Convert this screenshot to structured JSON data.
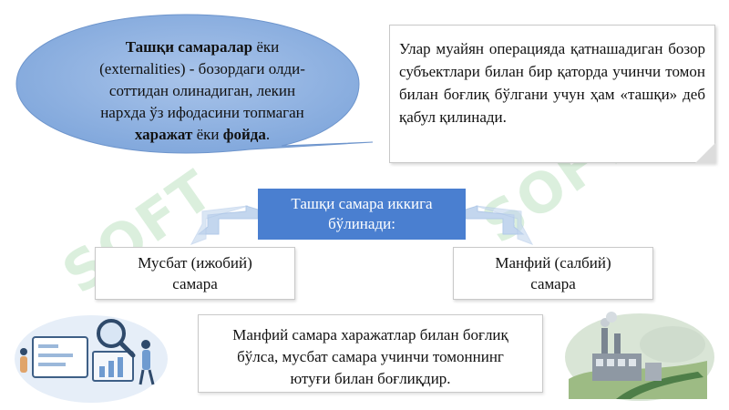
{
  "callout": {
    "line1_bold": "Ташқи самаралар",
    "line1_rest": " ёки",
    "line2": "(externalities) - бозордаги олди-",
    "line3": "соттидан олинадиган, лекин",
    "line4": "нархда ўз ифодасини топмаган",
    "line5_bold1": "харажат",
    "line5_mid": " ёки ",
    "line5_bold2": "фойда",
    "line5_end": "."
  },
  "note": {
    "text": "Улар муайян операцияда қатнашадиган бозор субъектлари билан бир қаторда учинчи томон билан боғлиқ бўлгани учун ҳам «ташқи» деб қабул қилинади."
  },
  "center": {
    "line1": "Ташқи самара иккига",
    "line2": "бўлинади:"
  },
  "left_leaf": {
    "line1": "Мусбат (ижобий)",
    "line2": "самара"
  },
  "right_leaf": {
    "line1": "Манфий (салбий)",
    "line2": "самара"
  },
  "bottom": {
    "line1": "Манфий самара харажатлар билан боғлиқ",
    "line2": "бўлса, мусбат самара учинчи томоннинг",
    "line3": "ютуғи билан боғлиқдир."
  },
  "watermark": "SOFT",
  "colors": {
    "accent_blue": "#4a7fd0",
    "callout_fill": "#8fb1df",
    "arrow": "#c3d6ee"
  }
}
